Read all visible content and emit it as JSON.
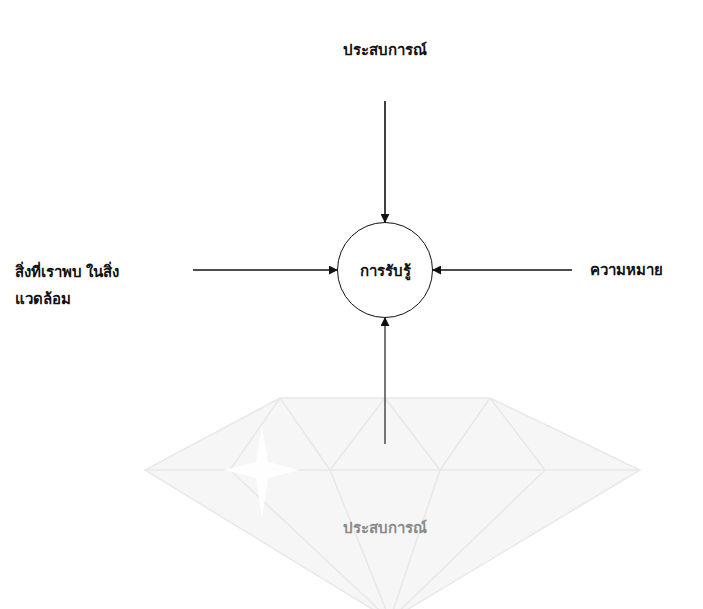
{
  "diagram": {
    "nodes": [
      {
        "text": [
          "ประสบการณ์"
        ]
      },
      {
        "text": [
          "สิ่งที่เราพบ ในสิ่งแวดล้อม"
        ]
      },
      {
        "text": [
          "การรับรู้"
        ]
      },
      {
        "text": [
          "ความหมาย"
        ]
      },
      {
        "text": [
          "ประสบการณ์"
        ]
      }
    ],
    "edges": [
      {
        "from": 0,
        "to": 2,
        "arrow": "to"
      },
      {
        "from": 1,
        "to": 2,
        "arrow": "to"
      },
      {
        "from": 3,
        "to": 2,
        "arrow": "to"
      },
      {
        "from": 4,
        "to": 2,
        "arrow": "to"
      }
    ]
  }
}
